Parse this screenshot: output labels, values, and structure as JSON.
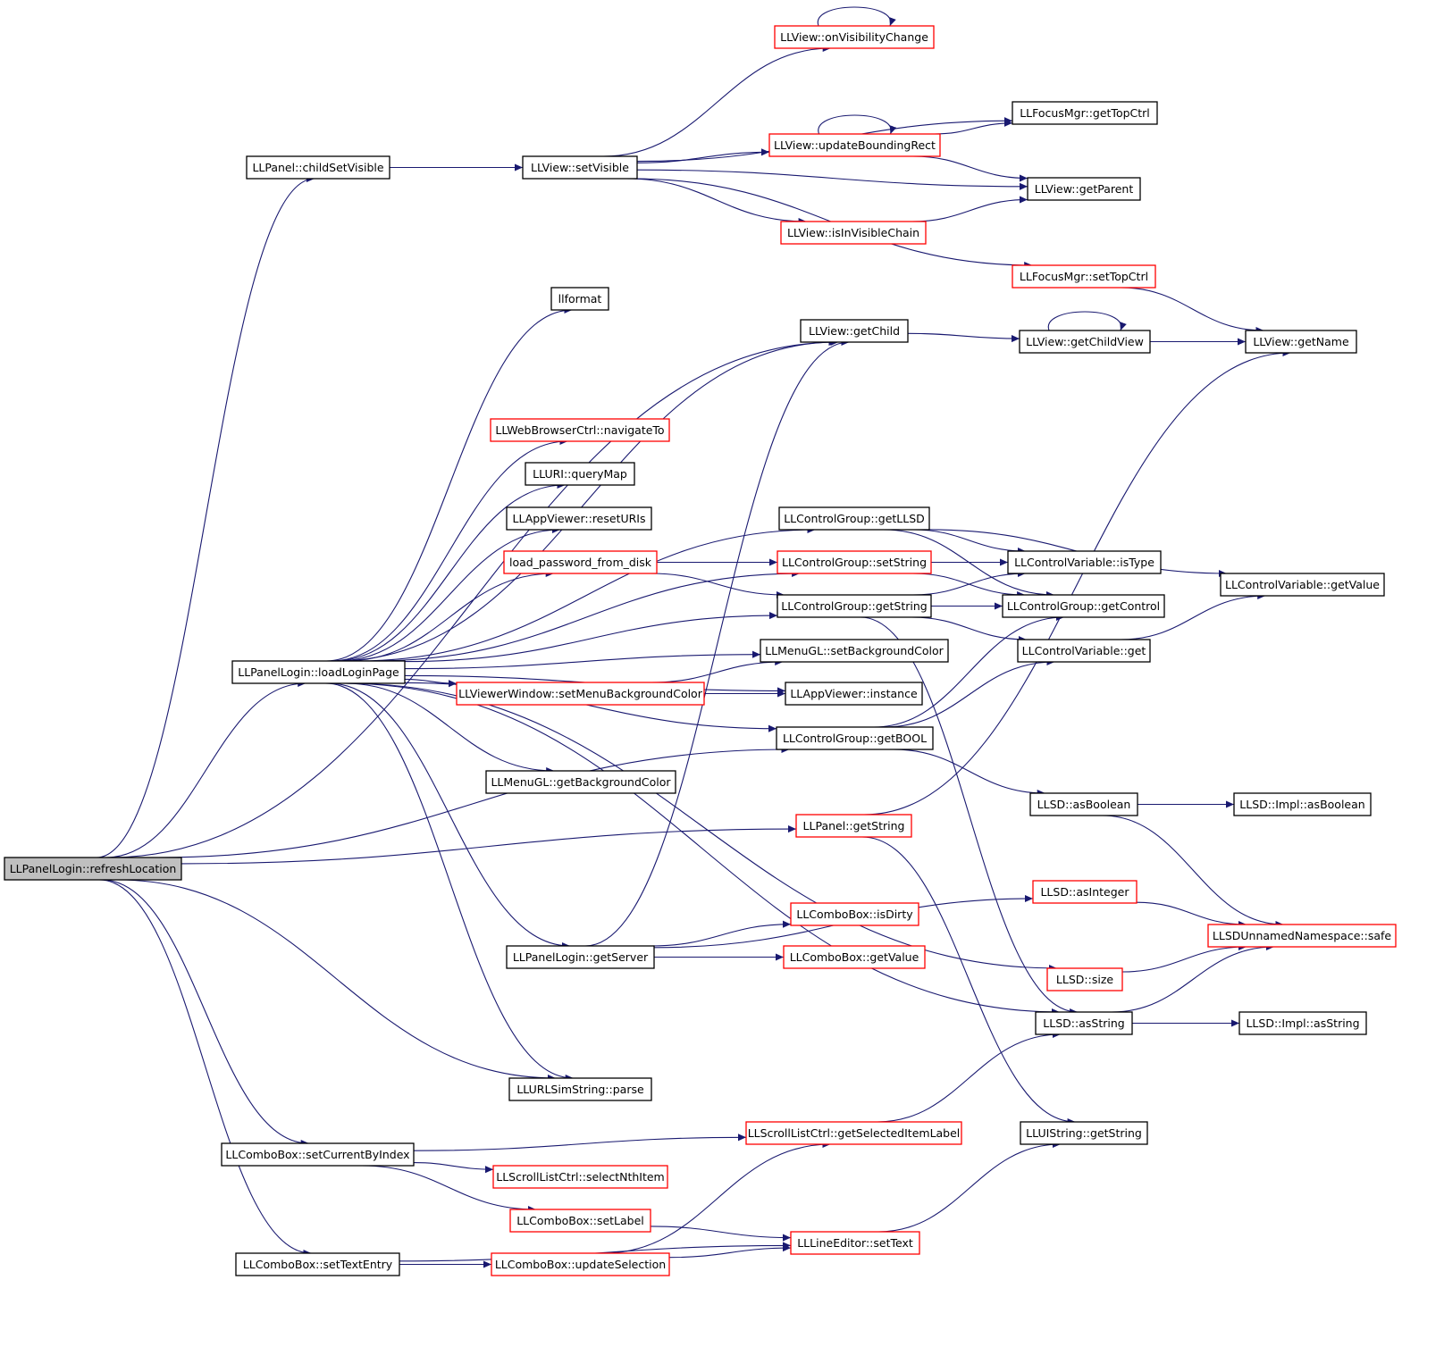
{
  "graph": {
    "edge_color": "#191970",
    "nodes": [
      {
        "id": "n0",
        "label": "LLPanelLogin::refreshLocation",
        "style": "root"
      },
      {
        "id": "n1",
        "label": "LLPanel::childSetVisible",
        "style": "normal"
      },
      {
        "id": "n2",
        "label": "LLView::setVisible",
        "style": "normal"
      },
      {
        "id": "n3",
        "label": "LLView::onVisibilityChange",
        "style": "red"
      },
      {
        "id": "n4",
        "label": "LLFocusMgr::getTopCtrl",
        "style": "normal"
      },
      {
        "id": "n5",
        "label": "LLView::updateBoundingRect",
        "style": "red"
      },
      {
        "id": "n6",
        "label": "LLView::getParent",
        "style": "normal"
      },
      {
        "id": "n7",
        "label": "LLView::isInVisibleChain",
        "style": "red"
      },
      {
        "id": "n8",
        "label": "LLFocusMgr::setTopCtrl",
        "style": "red"
      },
      {
        "id": "n9",
        "label": "llformat",
        "style": "normal"
      },
      {
        "id": "n10",
        "label": "LLView::getChild",
        "style": "normal"
      },
      {
        "id": "n11",
        "label": "LLView::getChildView",
        "style": "normal"
      },
      {
        "id": "n12",
        "label": "LLView::getName",
        "style": "normal"
      },
      {
        "id": "n13",
        "label": "LLWebBrowserCtrl::navigateTo",
        "style": "red"
      },
      {
        "id": "n14",
        "label": "LLURI::queryMap",
        "style": "normal"
      },
      {
        "id": "n15",
        "label": "LLAppViewer::resetURIs",
        "style": "normal"
      },
      {
        "id": "n16",
        "label": "LLControlGroup::getLLSD",
        "style": "normal"
      },
      {
        "id": "n17",
        "label": "load_password_from_disk",
        "style": "red"
      },
      {
        "id": "n18",
        "label": "LLControlGroup::setString",
        "style": "red"
      },
      {
        "id": "n19",
        "label": "LLControlVariable::isType",
        "style": "normal"
      },
      {
        "id": "n20",
        "label": "LLControlVariable::getValue",
        "style": "normal"
      },
      {
        "id": "n21",
        "label": "LLControlGroup::getString",
        "style": "normal"
      },
      {
        "id": "n22",
        "label": "LLControlGroup::getControl",
        "style": "normal"
      },
      {
        "id": "n23",
        "label": "LLMenuGL::setBackgroundColor",
        "style": "normal"
      },
      {
        "id": "n24",
        "label": "LLControlVariable::get",
        "style": "normal"
      },
      {
        "id": "n25",
        "label": "LLPanelLogin::loadLoginPage",
        "style": "normal"
      },
      {
        "id": "n26",
        "label": "LLViewerWindow::setMenuBackgroundColor",
        "style": "red"
      },
      {
        "id": "n27",
        "label": "LLAppViewer::instance",
        "style": "normal"
      },
      {
        "id": "n28",
        "label": "LLControlGroup::getBOOL",
        "style": "normal"
      },
      {
        "id": "n29",
        "label": "LLMenuGL::getBackgroundColor",
        "style": "normal"
      },
      {
        "id": "n30",
        "label": "LLSD::asBoolean",
        "style": "normal"
      },
      {
        "id": "n31",
        "label": "LLSD::Impl::asBoolean",
        "style": "normal"
      },
      {
        "id": "n32",
        "label": "LLPanel::getString",
        "style": "red"
      },
      {
        "id": "n33",
        "label": "LLSD::asInteger",
        "style": "red"
      },
      {
        "id": "n34",
        "label": "LLComboBox::isDirty",
        "style": "red"
      },
      {
        "id": "n35",
        "label": "LLSDUnnamedNamespace::safe",
        "style": "red"
      },
      {
        "id": "n36",
        "label": "LLPanelLogin::getServer",
        "style": "normal"
      },
      {
        "id": "n37",
        "label": "LLComboBox::getValue",
        "style": "red"
      },
      {
        "id": "n38",
        "label": "LLSD::size",
        "style": "red"
      },
      {
        "id": "n39",
        "label": "LLSD::asString",
        "style": "normal"
      },
      {
        "id": "n40",
        "label": "LLSD::Impl::asString",
        "style": "normal"
      },
      {
        "id": "n41",
        "label": "LLURLSimString::parse",
        "style": "normal"
      },
      {
        "id": "n42",
        "label": "LLScrollListCtrl::getSelectedItemLabel",
        "style": "red"
      },
      {
        "id": "n43",
        "label": "LLUIString::getString",
        "style": "normal"
      },
      {
        "id": "n44",
        "label": "LLComboBox::setCurrentByIndex",
        "style": "normal"
      },
      {
        "id": "n45",
        "label": "LLScrollListCtrl::selectNthItem",
        "style": "red"
      },
      {
        "id": "n46",
        "label": "LLComboBox::setLabel",
        "style": "red"
      },
      {
        "id": "n47",
        "label": "LLLineEditor::setText",
        "style": "red"
      },
      {
        "id": "n48",
        "label": "LLComboBox::setTextEntry",
        "style": "normal"
      },
      {
        "id": "n49",
        "label": "LLComboBox::updateSelection",
        "style": "red"
      }
    ],
    "edges": [
      [
        "n0",
        "n1"
      ],
      [
        "n0",
        "n25"
      ],
      [
        "n0",
        "n44"
      ],
      [
        "n0",
        "n48"
      ],
      [
        "n0",
        "n41"
      ],
      [
        "n0",
        "n10"
      ],
      [
        "n0",
        "n32"
      ],
      [
        "n0",
        "n28"
      ],
      [
        "n1",
        "n2"
      ],
      [
        "n2",
        "n3"
      ],
      [
        "n2",
        "n4"
      ],
      [
        "n2",
        "n5"
      ],
      [
        "n2",
        "n6"
      ],
      [
        "n2",
        "n7"
      ],
      [
        "n2",
        "n8"
      ],
      [
        "n3",
        "n3"
      ],
      [
        "n5",
        "n5"
      ],
      [
        "n5",
        "n4"
      ],
      [
        "n5",
        "n6"
      ],
      [
        "n7",
        "n6"
      ],
      [
        "n8",
        "n12"
      ],
      [
        "n10",
        "n11"
      ],
      [
        "n11",
        "n11"
      ],
      [
        "n11",
        "n12"
      ],
      [
        "n25",
        "n9"
      ],
      [
        "n25",
        "n10"
      ],
      [
        "n25",
        "n13"
      ],
      [
        "n25",
        "n14"
      ],
      [
        "n25",
        "n15"
      ],
      [
        "n25",
        "n16"
      ],
      [
        "n25",
        "n17"
      ],
      [
        "n25",
        "n18"
      ],
      [
        "n25",
        "n21"
      ],
      [
        "n25",
        "n23"
      ],
      [
        "n25",
        "n26"
      ],
      [
        "n25",
        "n27"
      ],
      [
        "n25",
        "n28"
      ],
      [
        "n25",
        "n29"
      ],
      [
        "n25",
        "n36"
      ],
      [
        "n25",
        "n38"
      ],
      [
        "n25",
        "n39"
      ],
      [
        "n25",
        "n41"
      ],
      [
        "n16",
        "n19"
      ],
      [
        "n16",
        "n20"
      ],
      [
        "n16",
        "n22"
      ],
      [
        "n17",
        "n18"
      ],
      [
        "n17",
        "n21"
      ],
      [
        "n18",
        "n19"
      ],
      [
        "n18",
        "n22"
      ],
      [
        "n21",
        "n19"
      ],
      [
        "n21",
        "n22"
      ],
      [
        "n21",
        "n24"
      ],
      [
        "n21",
        "n39"
      ],
      [
        "n24",
        "n20"
      ],
      [
        "n26",
        "n23"
      ],
      [
        "n26",
        "n27"
      ],
      [
        "n28",
        "n22"
      ],
      [
        "n28",
        "n24"
      ],
      [
        "n28",
        "n30"
      ],
      [
        "n30",
        "n31"
      ],
      [
        "n30",
        "n35"
      ],
      [
        "n32",
        "n12"
      ],
      [
        "n32",
        "n43"
      ],
      [
        "n33",
        "n35"
      ],
      [
        "n36",
        "n10"
      ],
      [
        "n36",
        "n33"
      ],
      [
        "n36",
        "n34"
      ],
      [
        "n36",
        "n37"
      ],
      [
        "n38",
        "n35"
      ],
      [
        "n39",
        "n40"
      ],
      [
        "n39",
        "n35"
      ],
      [
        "n42",
        "n39"
      ],
      [
        "n44",
        "n42"
      ],
      [
        "n44",
        "n45"
      ],
      [
        "n44",
        "n46"
      ],
      [
        "n46",
        "n47"
      ],
      [
        "n47",
        "n43"
      ],
      [
        "n48",
        "n49"
      ],
      [
        "n48",
        "n47"
      ],
      [
        "n49",
        "n42"
      ],
      [
        "n49",
        "n47"
      ]
    ]
  }
}
